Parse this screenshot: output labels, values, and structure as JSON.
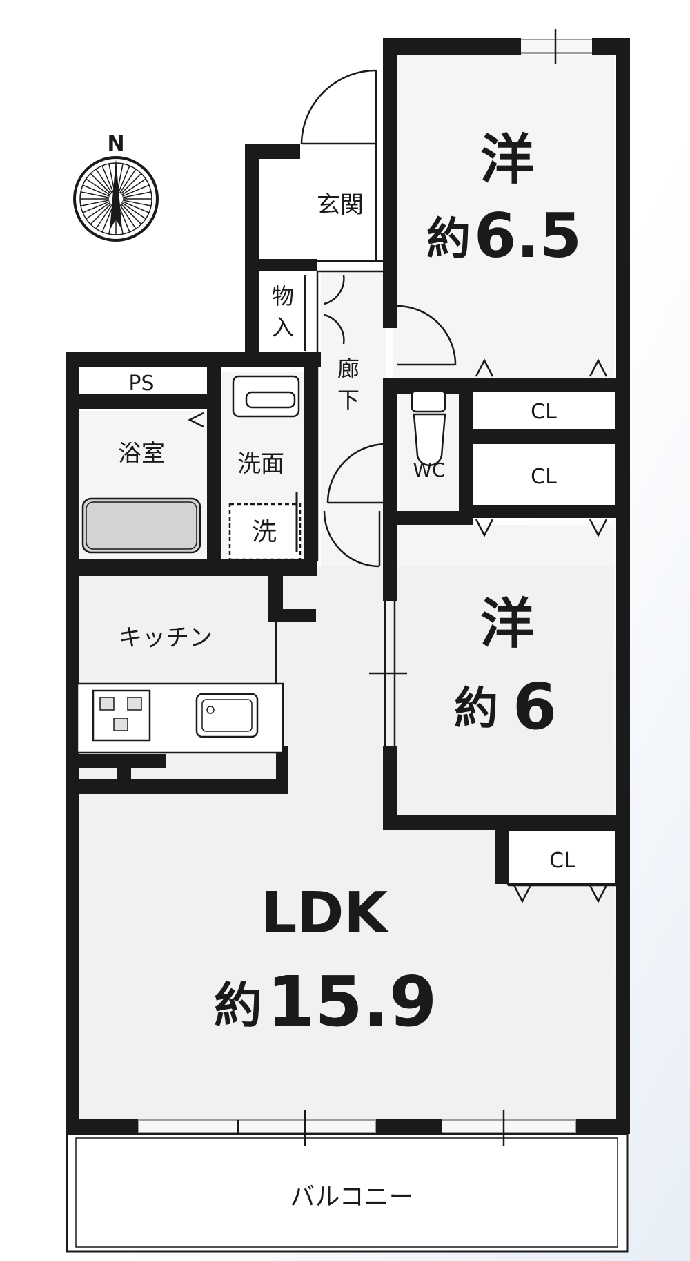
{
  "compass": {
    "north_label": "N"
  },
  "rooms": {
    "western_room_1": {
      "name": "洋",
      "size_prefix": "約",
      "size": "6.5"
    },
    "western_room_2": {
      "name": "洋",
      "size_prefix": "約",
      "size": "6"
    },
    "ldk": {
      "name": "LDK",
      "size_prefix": "約",
      "size": "15.9"
    },
    "entrance": "玄関",
    "storage": [
      "物",
      "入"
    ],
    "hallway": [
      "廊",
      "下"
    ],
    "ps": "PS",
    "bathroom": "浴室",
    "washroom": "洗面",
    "washer": "洗",
    "toilet": "WC",
    "kitchen": "キッチン",
    "closet_1": "CL",
    "closet_2": "CL",
    "closet_3": "CL",
    "balcony": "バルコニー"
  },
  "colors": {
    "wall": "#1a1a1a",
    "room_fill": "#f0f1f3",
    "bright_fill": "#ffffff",
    "fixture_fill": "#d3d3d3",
    "window": "#b5b5b5",
    "background_tint": "#eef3f9"
  }
}
